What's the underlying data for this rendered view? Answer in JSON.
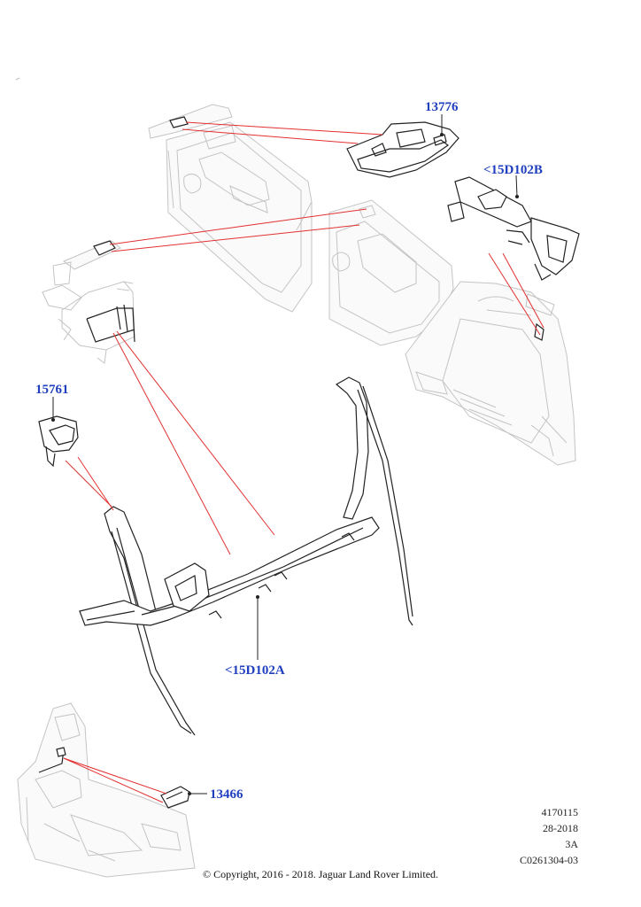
{
  "parts": [
    {
      "number": "13776",
      "color": "#1f3fbf"
    },
    {
      "number": "<15D102B",
      "color": "#1f3fbf"
    },
    {
      "number": "15761",
      "color": "#1f3fbf"
    },
    {
      "number": "<15D102A",
      "color": "#1f3fbf"
    },
    {
      "number": "13466",
      "color": "#1f3fbf"
    }
  ],
  "reference": {
    "illustration_id": "4170115",
    "date_code": "28-2018",
    "variant": "3A",
    "catalogue_code": "C0261304-03"
  },
  "copyright": "© Copyright, 2016 - 2018. Jaguar Land Rover Limited.",
  "colors": {
    "callout_line": "#e23030",
    "label": "#1f3fbf",
    "ghost_outline": "#c4c4c4"
  }
}
